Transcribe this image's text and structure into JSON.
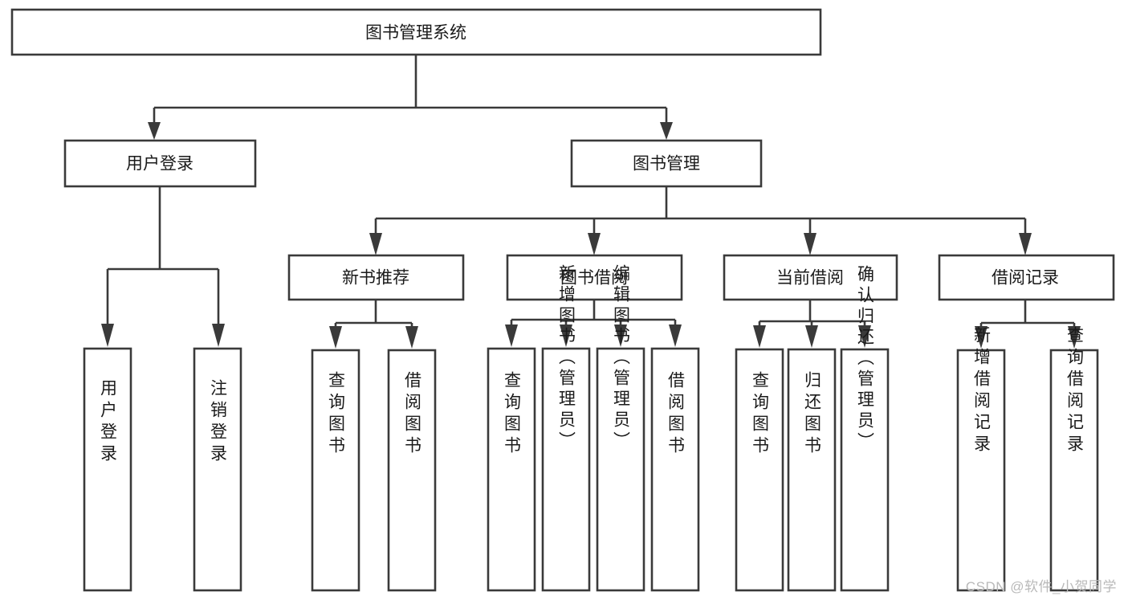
{
  "diagram": {
    "type": "tree-hierarchy",
    "title": "图书管理系统",
    "orientation": "top-down",
    "colors": {
      "box_stroke": "#3a3a3a",
      "box_fill": "#ffffff",
      "connector": "#3a3a3a",
      "label": "#1a1a1a",
      "watermark": "#b9b9b9",
      "background": "#ffffff"
    },
    "levels": {
      "level1": [
        "图书管理系统"
      ],
      "level2": [
        "用户登录",
        "图书管理"
      ],
      "level3": [
        "新书推荐",
        "图书借阅",
        "当前借阅",
        "借阅记录"
      ],
      "level4": [
        "用户登录",
        "注销登录",
        "查询图书",
        "借阅图书",
        "查询图书",
        "新增图书（管理员）",
        "编辑图书（管理员）",
        "借阅图书",
        "查询图书",
        "归还图书",
        "确认归还（管理员）",
        "新增借阅记录",
        "查询借阅记录"
      ]
    },
    "nodes": {
      "root": {
        "label": "图书管理系统"
      },
      "user_login": {
        "label": "用户登录"
      },
      "book_manage": {
        "label": "图书管理"
      },
      "new_book_rec": {
        "label": "新书推荐"
      },
      "book_borrow": {
        "label": "图书借阅"
      },
      "current_borrow": {
        "label": "当前借阅"
      },
      "borrow_record": {
        "label": "借阅记录"
      },
      "leaf_user_login": {
        "label": "用户登录"
      },
      "leaf_logout": {
        "label": "注销登录"
      },
      "leaf_query_book_1": {
        "label": "查询图书"
      },
      "leaf_borrow_book_1": {
        "label": "借阅图书"
      },
      "leaf_query_book_2": {
        "label": "查询图书"
      },
      "leaf_add_book": {
        "label": "新增图书（管理员）"
      },
      "leaf_edit_book": {
        "label": "编辑图书（管理员）"
      },
      "leaf_borrow_book_2": {
        "label": "借阅图书"
      },
      "leaf_query_book_3": {
        "label": "查询图书"
      },
      "leaf_return_book": {
        "label": "归还图书"
      },
      "leaf_confirm_return": {
        "label": "确认归还（管理员）"
      },
      "leaf_add_record": {
        "label": "新增借阅记录"
      },
      "leaf_query_record": {
        "label": "查询借阅记录"
      }
    },
    "edges": [
      {
        "from": "图书管理系统",
        "to": "用户登录"
      },
      {
        "from": "图书管理系统",
        "to": "图书管理"
      },
      {
        "from": "用户登录",
        "to": "用户登录"
      },
      {
        "from": "用户登录",
        "to": "注销登录"
      },
      {
        "from": "图书管理",
        "to": "新书推荐"
      },
      {
        "from": "图书管理",
        "to": "图书借阅"
      },
      {
        "from": "图书管理",
        "to": "当前借阅"
      },
      {
        "from": "图书管理",
        "to": "借阅记录"
      },
      {
        "from": "新书推荐",
        "to": "查询图书"
      },
      {
        "from": "新书推荐",
        "to": "借阅图书"
      },
      {
        "from": "图书借阅",
        "to": "查询图书"
      },
      {
        "from": "图书借阅",
        "to": "新增图书（管理员）"
      },
      {
        "from": "图书借阅",
        "to": "编辑图书（管理员）"
      },
      {
        "from": "图书借阅",
        "to": "借阅图书"
      },
      {
        "from": "当前借阅",
        "to": "查询图书"
      },
      {
        "from": "当前借阅",
        "to": "归还图书"
      },
      {
        "from": "当前借阅",
        "to": "确认归还（管理员）"
      },
      {
        "from": "借阅记录",
        "to": "新增借阅记录"
      },
      {
        "from": "借阅记录",
        "to": "查询借阅记录"
      }
    ]
  },
  "watermark": {
    "text": "CSDN @软件_小贺同学"
  }
}
